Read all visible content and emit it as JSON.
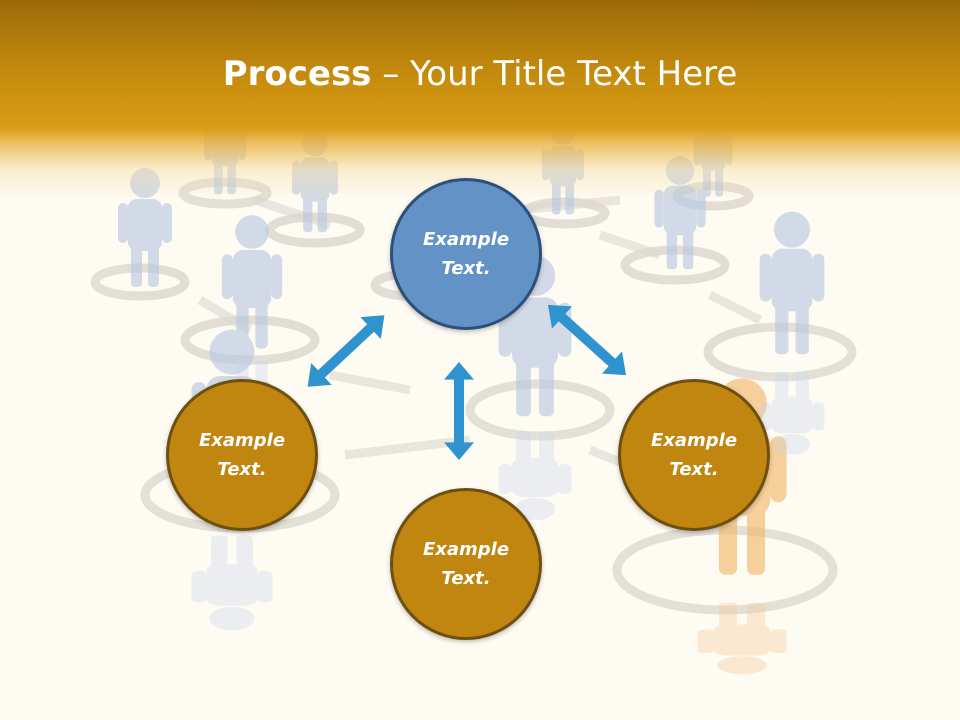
{
  "slide": {
    "title_bold": "Process",
    "title_rest": " – Your Title Text Here"
  },
  "nodes": {
    "top": {
      "line1": "Example",
      "line2": "Text."
    },
    "left": {
      "line1": "Example",
      "line2": "Text."
    },
    "right": {
      "line1": "Example",
      "line2": "Text."
    },
    "bottom": {
      "line1": "Example",
      "line2": "Text."
    }
  },
  "colors": {
    "header": "#cd920f",
    "node_blue": "#6393c6",
    "node_gold": "#c0860f",
    "arrow": "#2e93cf"
  }
}
